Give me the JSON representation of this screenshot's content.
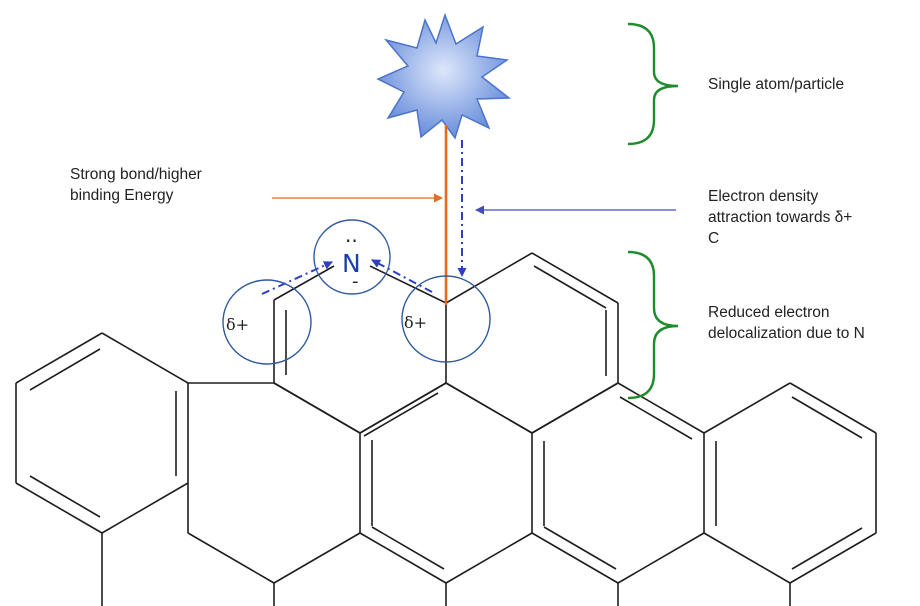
{
  "labels": {
    "single_atom": "Single atom/particle",
    "strong_bond_line1": "Strong bond/higher",
    "strong_bond_line2": "binding Energy",
    "electron_density_line1": "Electron density",
    "electron_density_line2": "attraction towards δ+",
    "electron_density_line3": "C",
    "reduced_line1": "Reduced electron",
    "reduced_line2": "delocalization due to N"
  },
  "atoms": {
    "nitrogen": "N",
    "lone_pair": "..",
    "negative_charge": "-",
    "delta_plus": "δ+"
  },
  "colors": {
    "bracket": "#1e8c2a",
    "orange": "#e36c1d",
    "blue_arrow": "#3f4fc1",
    "dashdot": "#2f3fc0",
    "circle": "#2f5a9e",
    "nitrogen": "#1b3fb0",
    "star_fill_light": "#dde7fb",
    "star_fill_dark": "#5f86d8",
    "star_stroke": "#4c74c8",
    "bond": "#1e1e1e"
  }
}
